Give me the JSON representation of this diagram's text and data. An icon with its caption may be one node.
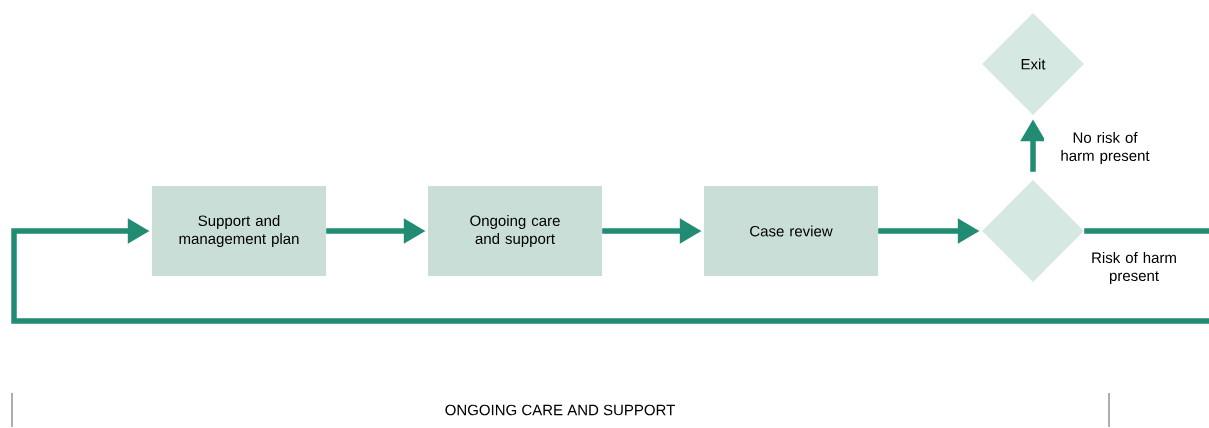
{
  "diagram": {
    "nodes": [
      {
        "text": [
          "Support and management plan"
        ]
      },
      {
        "text": [
          "Ongoing care and support"
        ]
      },
      {
        "text": [
          "Case review"
        ]
      },
      {
        "text": [],
        "shape": "diamond"
      },
      {
        "text": [
          "Exit"
        ]
      }
    ],
    "edges": [
      {
        "from": 0,
        "to": 1,
        "arrow": "to"
      },
      {
        "from": 1,
        "to": 2,
        "arrow": "to"
      },
      {
        "from": 2,
        "to": 3,
        "arrow": "to"
      },
      {
        "from": 3,
        "to": 4,
        "arrow": "to",
        "label": "No risk of harm present"
      },
      {
        "from": 3,
        "to": 0,
        "arrow": "to",
        "label": "Risk of harm present"
      }
    ],
    "labels": [
      "ONGOING CARE AND SUPPORT"
    ]
  }
}
